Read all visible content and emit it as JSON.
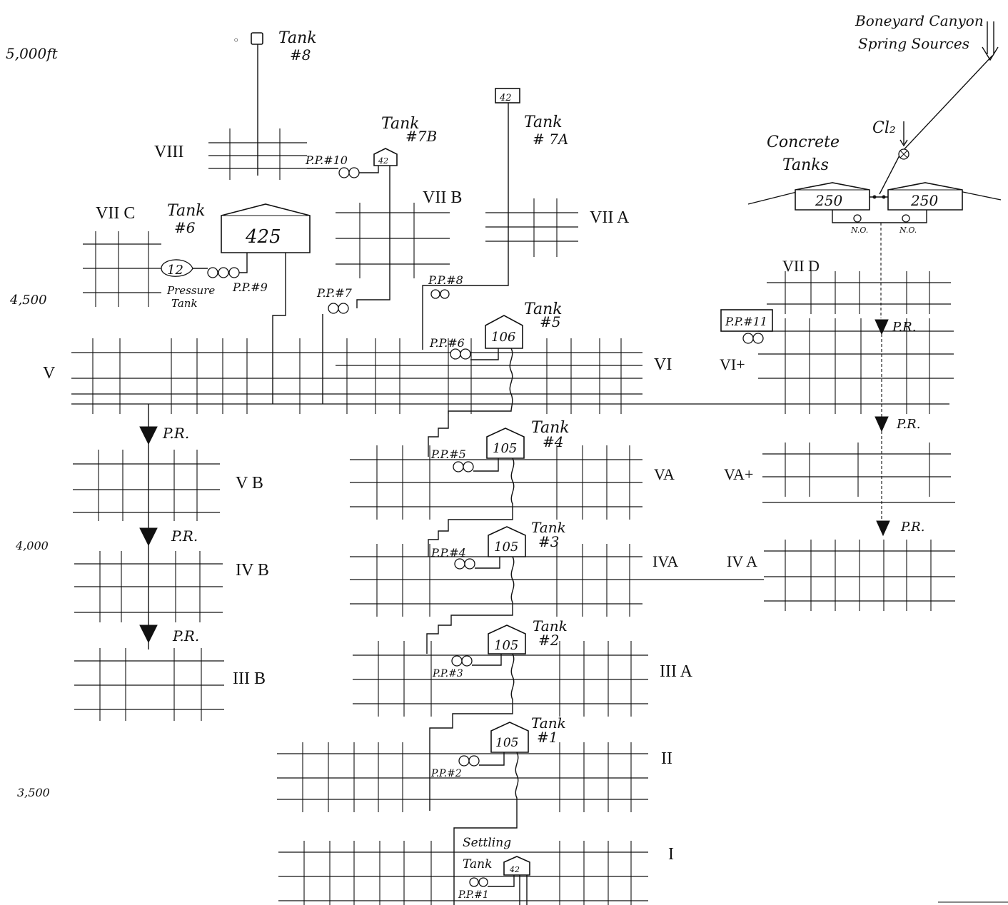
{
  "elevations": [
    "5,000ft",
    "4,500",
    "4,000",
    "3,500"
  ],
  "source": {
    "line1": "Boneyard Canyon",
    "line2": "Spring Sources"
  },
  "chlorine": "Cl₂",
  "concrete_tanks": {
    "label1": "Concrete",
    "label2": "Tanks",
    "left": "250",
    "right": "250",
    "valve_label": "N.O."
  },
  "tanks": {
    "t8": {
      "label": "Tank",
      "number": "#8"
    },
    "t7b": {
      "label": "Tank",
      "number": "#7B",
      "volume": "42"
    },
    "t7a": {
      "label": "Tank",
      "number": "# 7A",
      "volume": "42"
    },
    "t6": {
      "label": "Tank",
      "number": "#6",
      "volume": "425"
    },
    "t5": {
      "label": "Tank",
      "number": "#5",
      "volume": "106"
    },
    "t4": {
      "label": "Tank",
      "number": "#4",
      "volume": "105"
    },
    "t3": {
      "label": "Tank",
      "number": "#3",
      "volume": "105"
    },
    "t2": {
      "label": "Tank",
      "number": "#2",
      "volume": "105"
    },
    "t1": {
      "label": "Tank",
      "number": "#1",
      "volume": "105"
    },
    "settling": {
      "label1": "Settling",
      "label2": "Tank",
      "volume": "42"
    }
  },
  "pressure_tank": {
    "volume": "12",
    "label1": "Pressure",
    "label2": "Tank"
  },
  "pumps": {
    "pp1": "P.P.#1",
    "pp2": "P.P.#2",
    "pp3": "P.P.#3",
    "pp4": "P.P.#4",
    "pp5": "P.P.#5",
    "pp6": "P.P.#6",
    "pp7": "P.P.#7",
    "pp8": "P.P.#8",
    "pp9": "P.P.#9",
    "pp10": "P.P.#10",
    "pp11": "P.P.#11"
  },
  "pr": "P.R.",
  "zones": {
    "VIII": "VIII",
    "VIIB": "VII B",
    "VIIA": "VII A",
    "VIIC": "VII C",
    "VIID": "VII D",
    "V": "V",
    "VI": "VI",
    "VIplus": "VI+",
    "VB": "V B",
    "VA": "VA",
    "VAplus": "VA+",
    "IVB": "IV B",
    "IVA": "IVA",
    "IVA2": "IV A",
    "IIIB": "III B",
    "IIIA": "III A",
    "II": "II",
    "I": "I"
  }
}
